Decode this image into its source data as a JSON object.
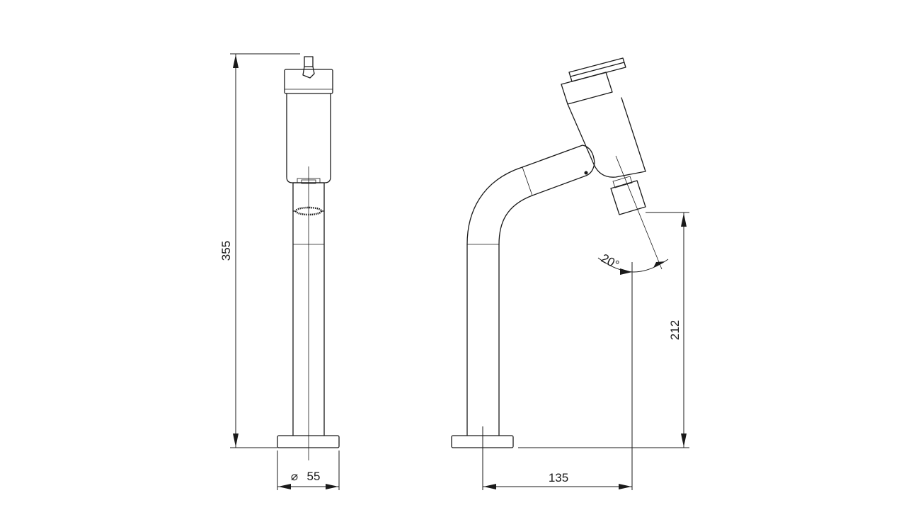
{
  "dimensions": {
    "height_total": "355",
    "base_diameter": "55",
    "diameter_symbol": "⌀",
    "spout_height": "212",
    "spout_reach": "135",
    "spray_angle": "20°"
  }
}
